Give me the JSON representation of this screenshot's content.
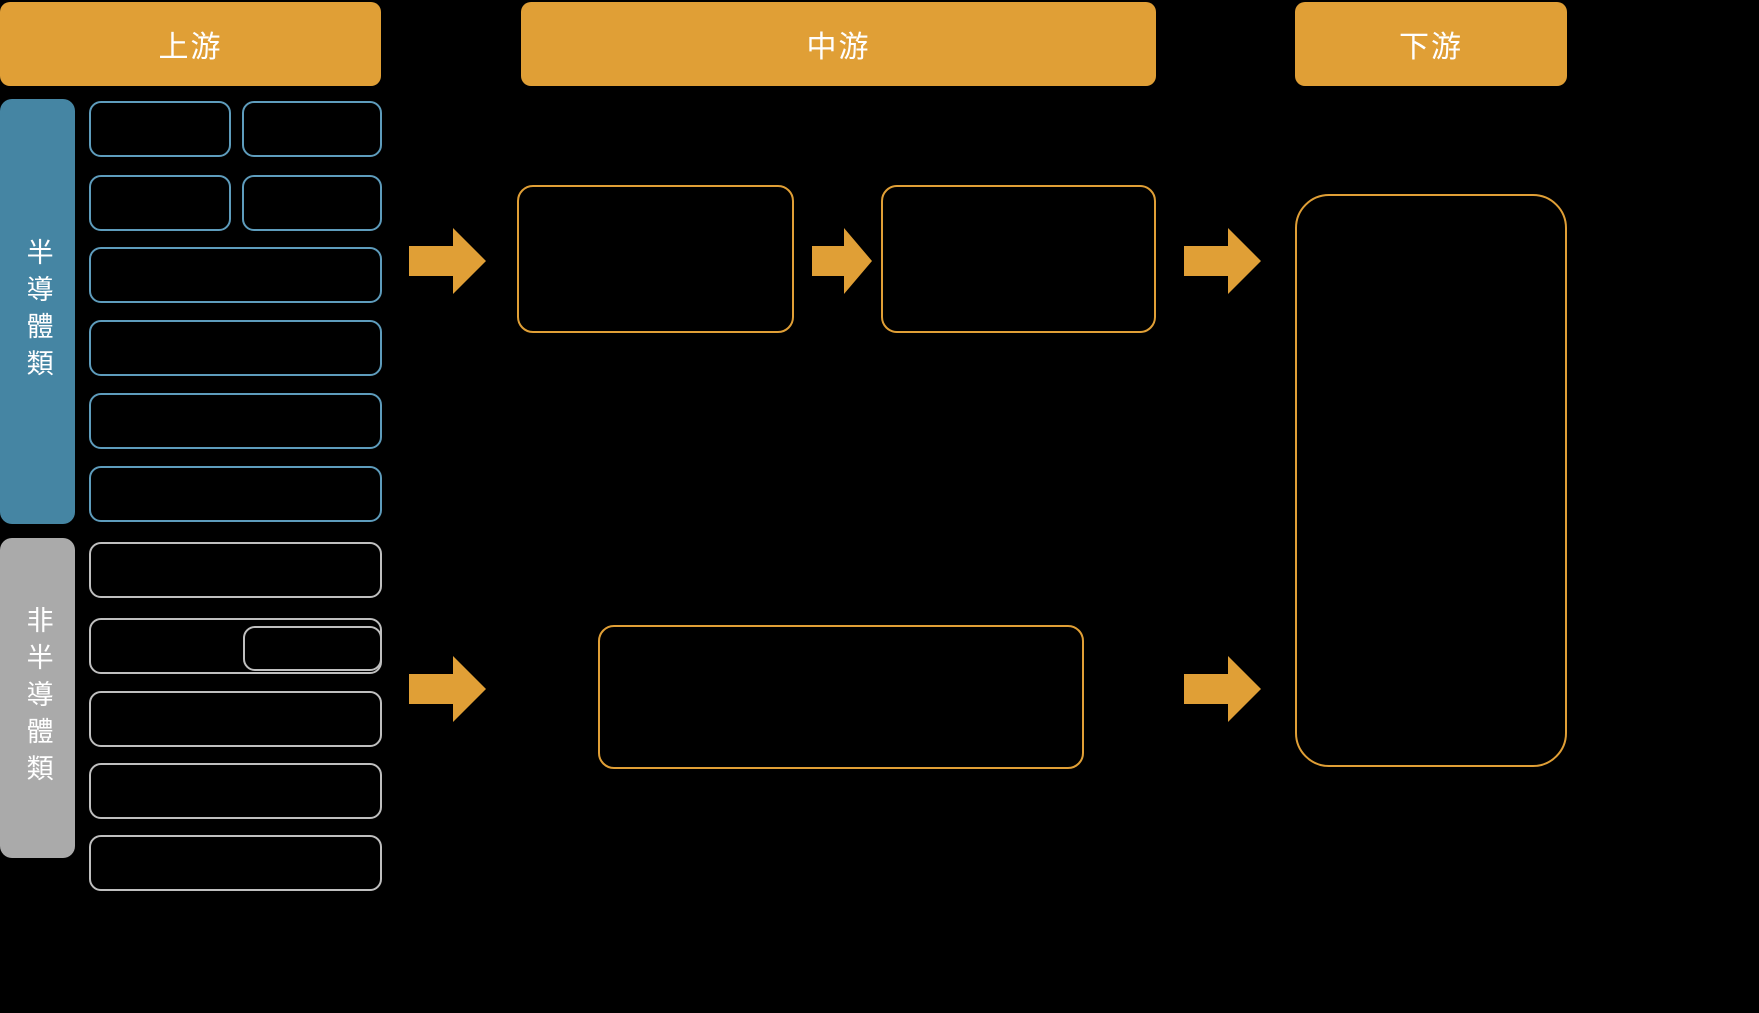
{
  "diagram": {
    "title": "",
    "background_color": "#000000",
    "palette": {
      "accent_orange": "#E09F36",
      "category_blue": "#4585A3",
      "category_gray": "#AAAAAA",
      "node_border_blue": "#5E9CBC",
      "node_border_gray": "#BFBFBF",
      "node_border_orange": "#E09F36",
      "text_white": "#FFFFFF"
    }
  },
  "headers": [
    {
      "id": "upstream",
      "label": "上游"
    },
    {
      "id": "midstream",
      "label": "中游"
    },
    {
      "id": "downstream",
      "label": "下游"
    }
  ],
  "categories": [
    {
      "id": "semiconductor",
      "label": "半導體類",
      "color": "#4585A3"
    },
    {
      "id": "non-semiconductor",
      "label": "非半導體類",
      "color": "#AAAAAA"
    }
  ],
  "upstream": {
    "semiconductor_nodes": [
      {
        "id": "u-s-1",
        "label": ""
      },
      {
        "id": "u-s-2",
        "label": ""
      },
      {
        "id": "u-s-3",
        "label": ""
      },
      {
        "id": "u-s-4",
        "label": ""
      },
      {
        "id": "u-s-5",
        "label": ""
      },
      {
        "id": "u-s-6",
        "label": ""
      },
      {
        "id": "u-s-7",
        "label": ""
      },
      {
        "id": "u-s-8",
        "label": ""
      }
    ],
    "non_semiconductor_nodes": [
      {
        "id": "u-n-1",
        "label": ""
      },
      {
        "id": "u-n-2",
        "label": ""
      },
      {
        "id": "u-n-2-inner",
        "label": ""
      },
      {
        "id": "u-n-3",
        "label": ""
      },
      {
        "id": "u-n-4",
        "label": ""
      },
      {
        "id": "u-n-5",
        "label": ""
      }
    ]
  },
  "midstream": {
    "semiconductor_nodes": [
      {
        "id": "m-s-1",
        "label": ""
      },
      {
        "id": "m-s-2",
        "label": ""
      }
    ],
    "non_semiconductor_nodes": [
      {
        "id": "m-n-1",
        "label": ""
      }
    ]
  },
  "downstream": {
    "nodes": [
      {
        "id": "d-1",
        "label": ""
      }
    ]
  },
  "arrows": [
    {
      "id": "arrow-up-to-mid-semi",
      "direction": "right"
    },
    {
      "id": "arrow-mid-semi-1-to-2",
      "direction": "right"
    },
    {
      "id": "arrow-mid-semi-to-down",
      "direction": "right"
    },
    {
      "id": "arrow-up-to-mid-nonsemi",
      "direction": "right"
    },
    {
      "id": "arrow-mid-nonsemi-to-down",
      "direction": "right"
    }
  ]
}
